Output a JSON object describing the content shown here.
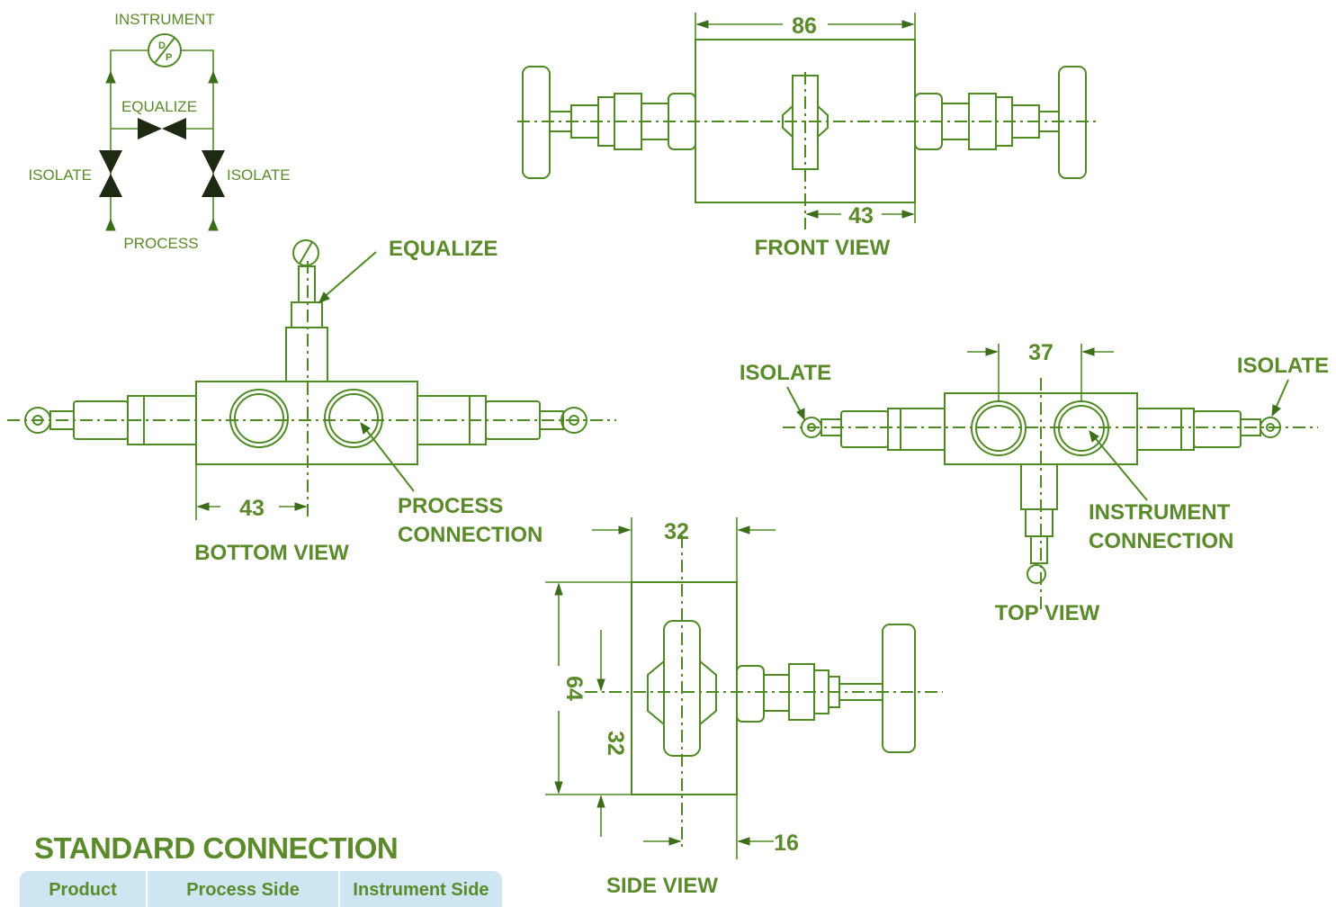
{
  "schematic": {
    "instrument": "INSTRUMENT",
    "equalize": "EQUALIZE",
    "isolate_left": "ISOLATE",
    "isolate_right": "ISOLATE",
    "process": "PROCESS",
    "dp_top": "D",
    "dp_bottom": "P"
  },
  "front_view": {
    "title": "FRONT VIEW",
    "width_dim": "86",
    "half_dim": "43"
  },
  "bottom_view": {
    "title": "BOTTOM VIEW",
    "equalize_label": "EQUALIZE",
    "dim": "43",
    "connection_line1": "PROCESS",
    "connection_line2": "CONNECTION"
  },
  "top_view": {
    "title": "TOP VIEW",
    "isolate_left": "ISOLATE",
    "isolate_right": "ISOLATE",
    "dim": "37",
    "connection_line1": "INSTRUMENT",
    "connection_line2": "CONNECTION"
  },
  "side_view": {
    "title": "SIDE VIEW",
    "width_dim": "32",
    "height_dim": "64",
    "half_dim": "32",
    "offset_dim": "16"
  },
  "standard_connection": {
    "title": "STANDARD CONNECTION",
    "headers": [
      "Product",
      "Process Side",
      "Instrument Side"
    ]
  },
  "colors": {
    "line": "#4f8a22",
    "text": "#5a8a2a",
    "table_header_bg": "#cde6f1"
  }
}
